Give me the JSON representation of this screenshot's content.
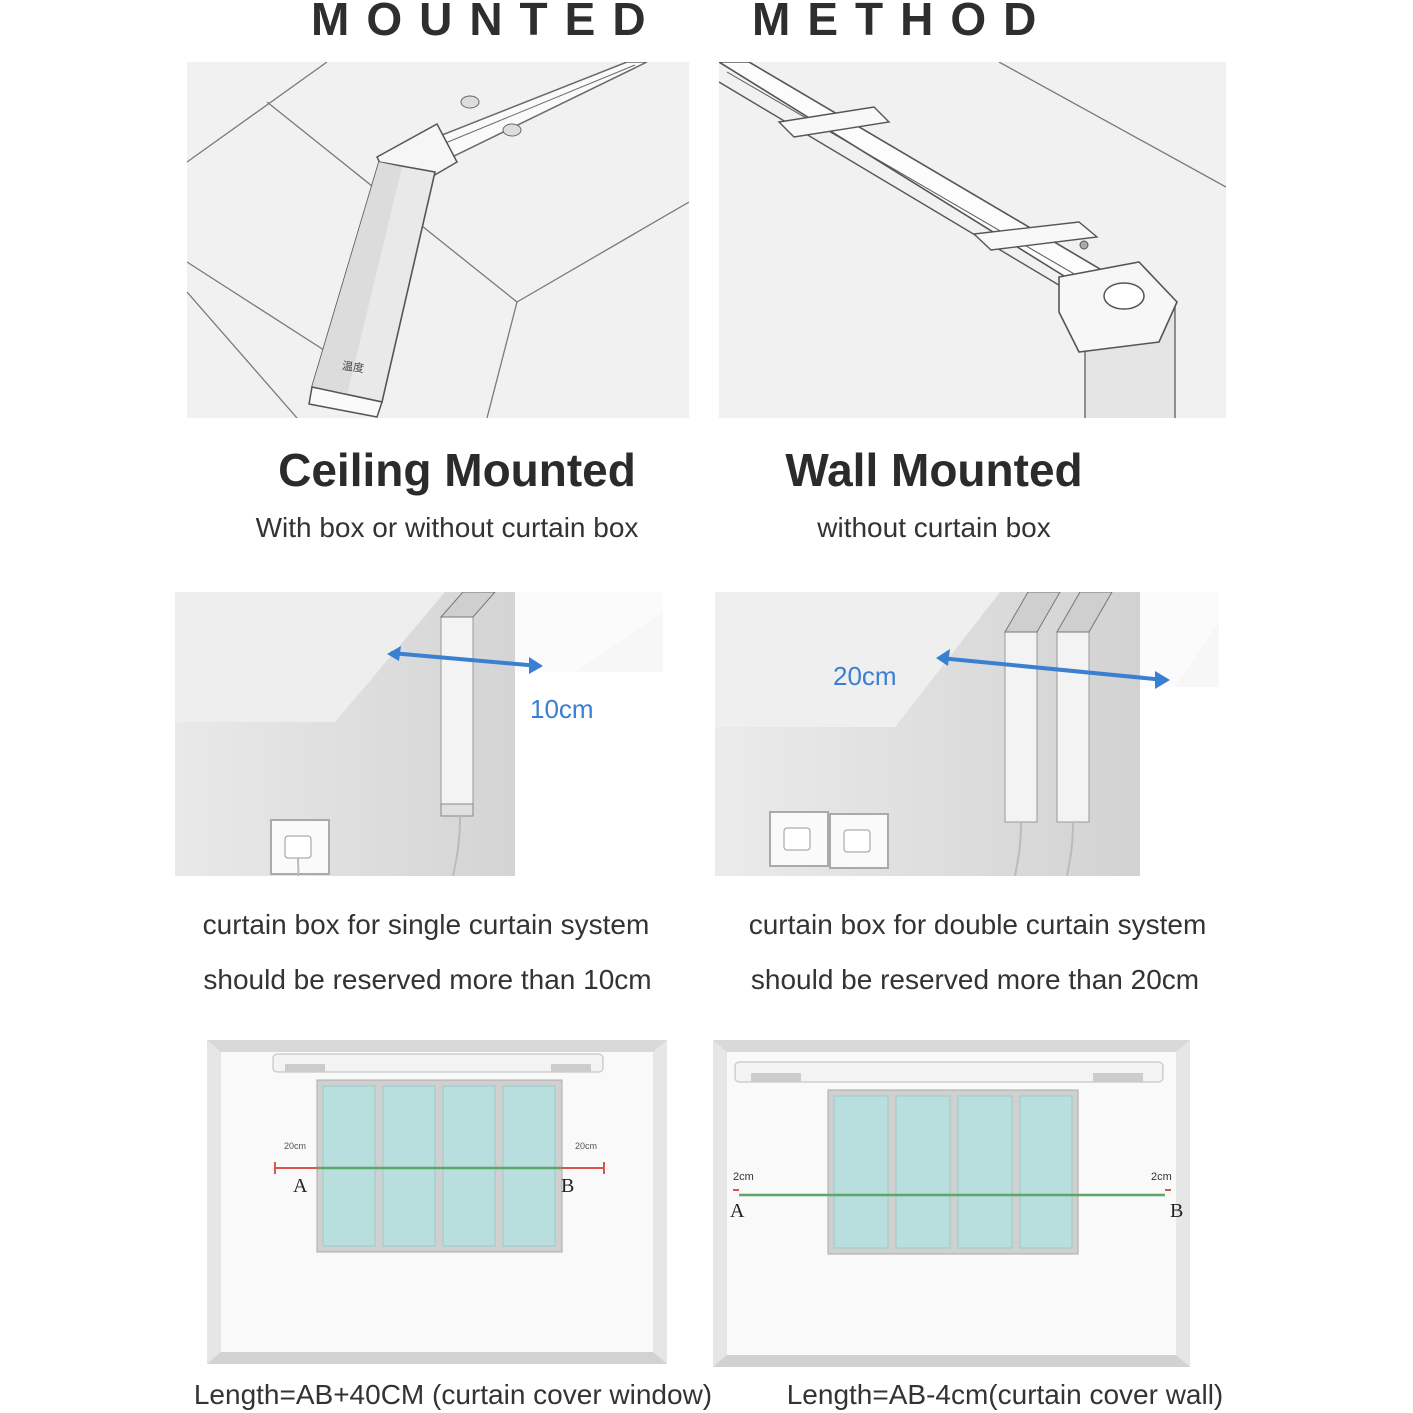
{
  "title": {
    "word1": "MOUNTED",
    "word2": "METHOD"
  },
  "ceiling": {
    "heading": "Ceiling Mounted",
    "subheading": "With box or without curtain box",
    "motor_label": "温度"
  },
  "wall": {
    "heading": "Wall Mounted",
    "subheading": "without curtain box"
  },
  "single": {
    "measure": "10cm",
    "caption_line1": "curtain box for single curtain system",
    "caption_line2": "should be reserved more than 10cm"
  },
  "double": {
    "measure": "20cm",
    "caption_line1": "curtain box for double curtain system",
    "caption_line2": "should be reserved more than 20cm"
  },
  "window_cover": {
    "left_offset": "20cm",
    "right_offset": "20cm",
    "point_a": "A",
    "point_b": "B",
    "formula": "Length=AB+40CM (curtain cover window)"
  },
  "wall_cover": {
    "left_offset": "2cm",
    "right_offset": "2cm",
    "point_a": "A",
    "point_b": "B",
    "formula": "Length=AB-4cm(curtain cover wall)"
  },
  "colors": {
    "measure_blue": "#3a7fd0",
    "line_green": "#5aa86a",
    "offset_red": "#d9534f",
    "glass": "#b9dede"
  }
}
